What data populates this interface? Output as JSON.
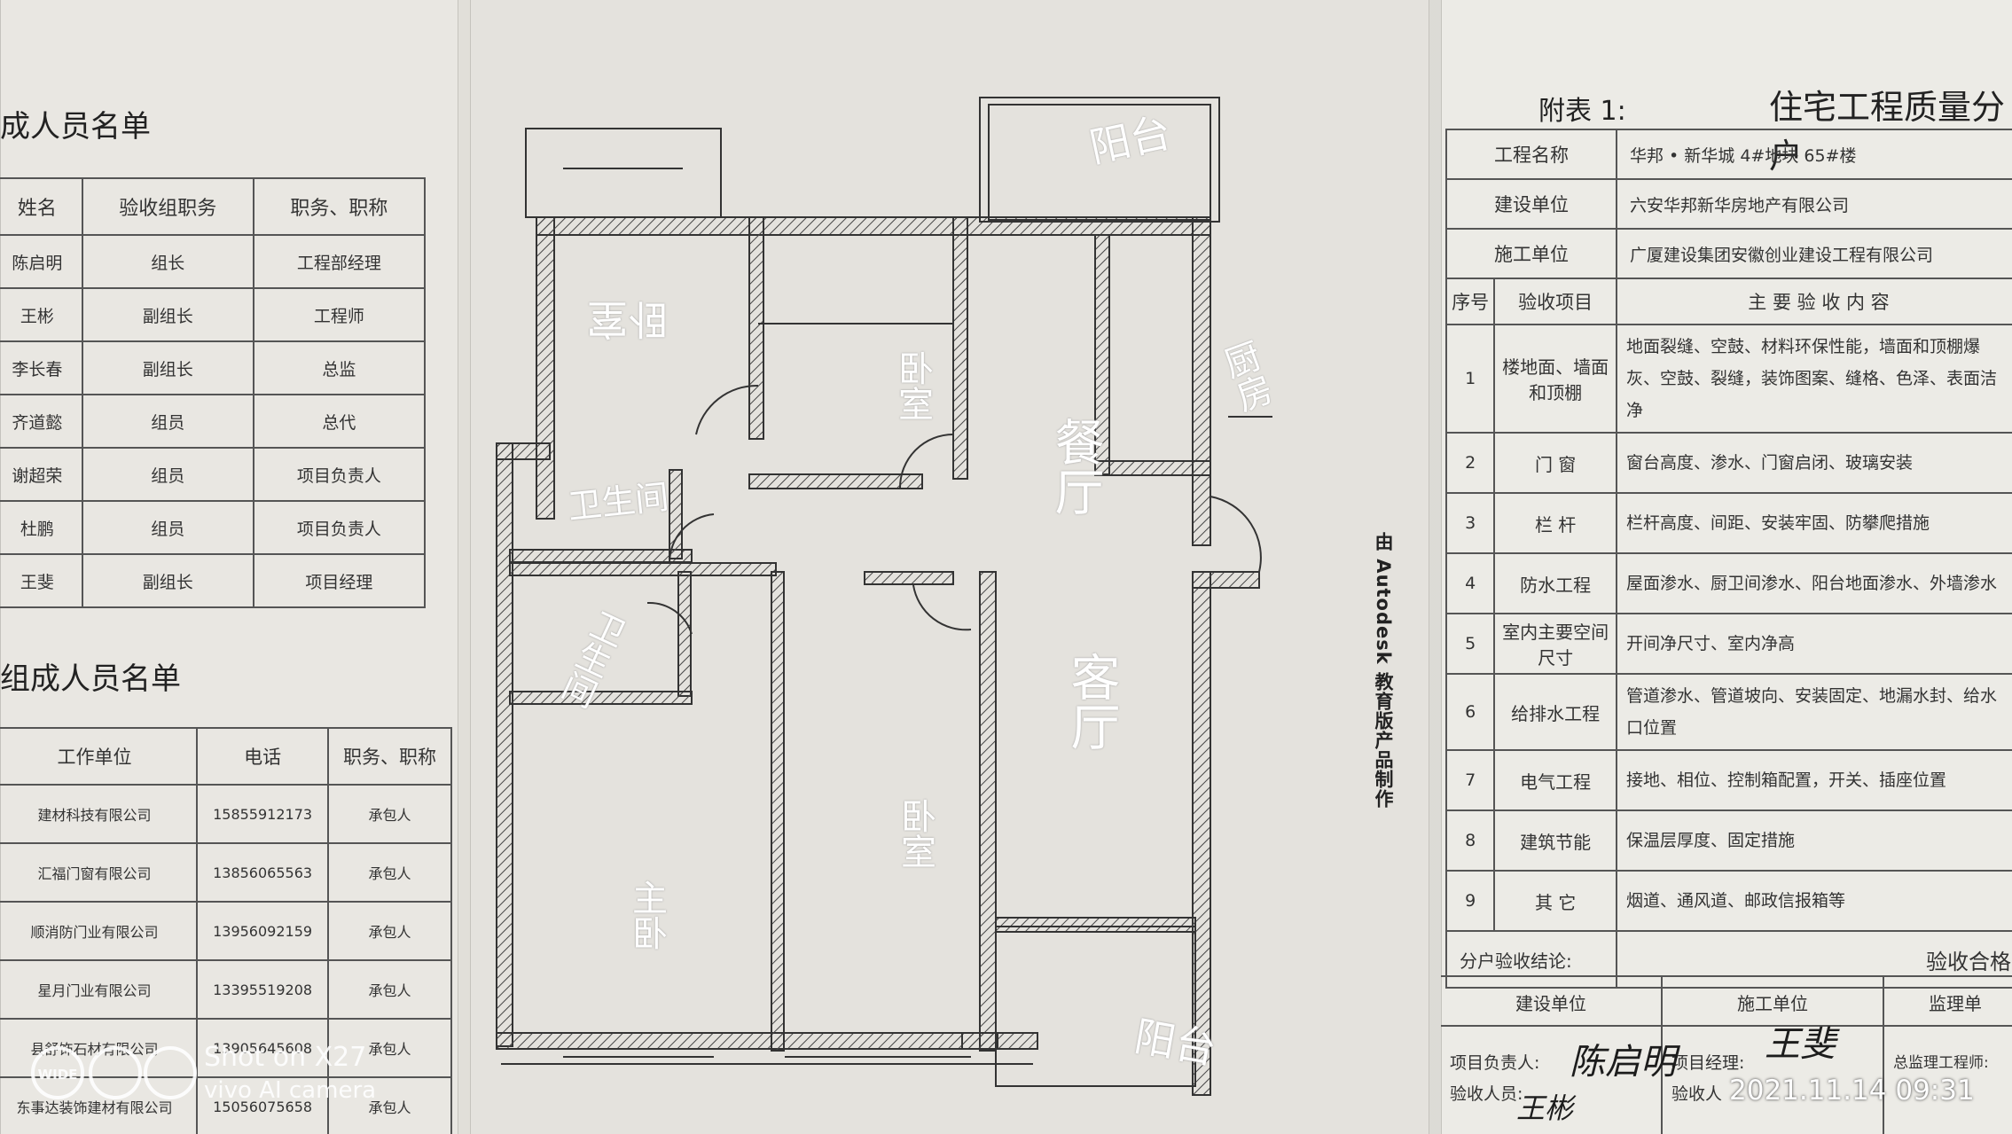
{
  "left_sheet": {
    "title1": "成人员名单",
    "table1": {
      "headers": [
        "姓名",
        "验收组职务",
        "职务、职称"
      ],
      "rows": [
        [
          "陈启明",
          "组长",
          "工程部经理"
        ],
        [
          "王彬",
          "副组长",
          "工程师"
        ],
        [
          "李长春",
          "副组长",
          "总监"
        ],
        [
          "齐道懿",
          "组员",
          "总代"
        ],
        [
          "谢超荣",
          "组员",
          "项目负责人"
        ],
        [
          "杜鹏",
          "组员",
          "项目负责人"
        ],
        [
          "王斐",
          "副组长",
          "项目经理"
        ]
      ]
    },
    "title2": "组成人员名单",
    "table2": {
      "headers": [
        "工作单位",
        "电话",
        "职务、职称"
      ],
      "rows": [
        [
          "建材科技有限公司",
          "15855912173",
          "承包人"
        ],
        [
          "汇福门窗有限公司",
          "13856065563",
          "承包人"
        ],
        [
          "顺消防门业有限公司",
          "13956092159",
          "承包人"
        ],
        [
          "星月门业有限公司",
          "13395519208",
          "承包人"
        ],
        [
          "县舒饰石材有限公司",
          "13905645608",
          "承包人"
        ],
        [
          "东事达装饰建材有限公司",
          "15056075658",
          "承包人"
        ]
      ]
    }
  },
  "plan": {
    "rooms": {
      "balcony_top": "阳台",
      "bedroom_nw": "卧室",
      "bedroom_n": "卧室",
      "kitchen": "厨房",
      "dining": "餐厅",
      "bath_1": "卫生间",
      "bath_2": "卫生间",
      "living": "客厅",
      "bedroom_s": "卧室",
      "master": "主卧",
      "balcony_bottom": "阳台"
    },
    "autodesk_note": "由 Autodesk 教育版产品制作"
  },
  "right_sheet": {
    "appendix": "附表 1:",
    "title": "住宅工程质量分户",
    "info": [
      {
        "label": "工程名称",
        "value": "华邦 • 新华城 4#地块 65#楼"
      },
      {
        "label": "建设单位",
        "value": "六安华邦新华房地产有限公司"
      },
      {
        "label": "施工单位",
        "value": "广厦建设集团安徽创业建设工程有限公司"
      }
    ],
    "head": {
      "no": "序号",
      "item": "验收项目",
      "content": "主 要 验 收 内 容"
    },
    "items": [
      {
        "no": "1",
        "item": "楼地面、墙面和顶棚",
        "content": "地面裂缝、空鼓、材料环保性能，墙面和顶棚爆灰、空鼓、裂缝，装饰图案、缝格、色泽、表面洁净"
      },
      {
        "no": "2",
        "item": "门 窗",
        "content": "窗台高度、渗水、门窗启闭、玻璃安装"
      },
      {
        "no": "3",
        "item": "栏 杆",
        "content": "栏杆高度、间距、安装牢固、防攀爬措施"
      },
      {
        "no": "4",
        "item": "防水工程",
        "content": "屋面渗水、厨卫间渗水、阳台地面渗水、外墙渗水"
      },
      {
        "no": "5",
        "item": "室内主要空间尺寸",
        "content": "开间净尺寸、室内净高"
      },
      {
        "no": "6",
        "item": "给排水工程",
        "content": "管道渗水、管道坡向、安装固定、地漏水封、给水口位置"
      },
      {
        "no": "7",
        "item": "电气工程",
        "content": "接地、相位、控制箱配置，开关、插座位置"
      },
      {
        "no": "8",
        "item": "建筑节能",
        "content": "保温层厚度、固定措施"
      },
      {
        "no": "9",
        "item": "其 它",
        "content": "烟道、通风道、邮政信报箱等"
      }
    ],
    "conclusion_label": "分户验收结论:",
    "conclusion_value": "验收合格",
    "sign": {
      "col1_head": "建设单位",
      "col2_head": "施工单位",
      "col3_head": "监理单",
      "col1_l1": "项目负责人:",
      "col1_l2": "验收人员:",
      "col2_l1": "项目经理:",
      "col2_l2": "验收人",
      "col3_l1": "总监理工程师:",
      "sig1": "陈启明",
      "sig2": "王斐",
      "sig3": "王彬"
    }
  },
  "camera": {
    "logo_text": "WIDE",
    "line1": "Shot on X27",
    "line2": "vivo AI camera",
    "timestamp": "2021.11.14 09:31"
  }
}
